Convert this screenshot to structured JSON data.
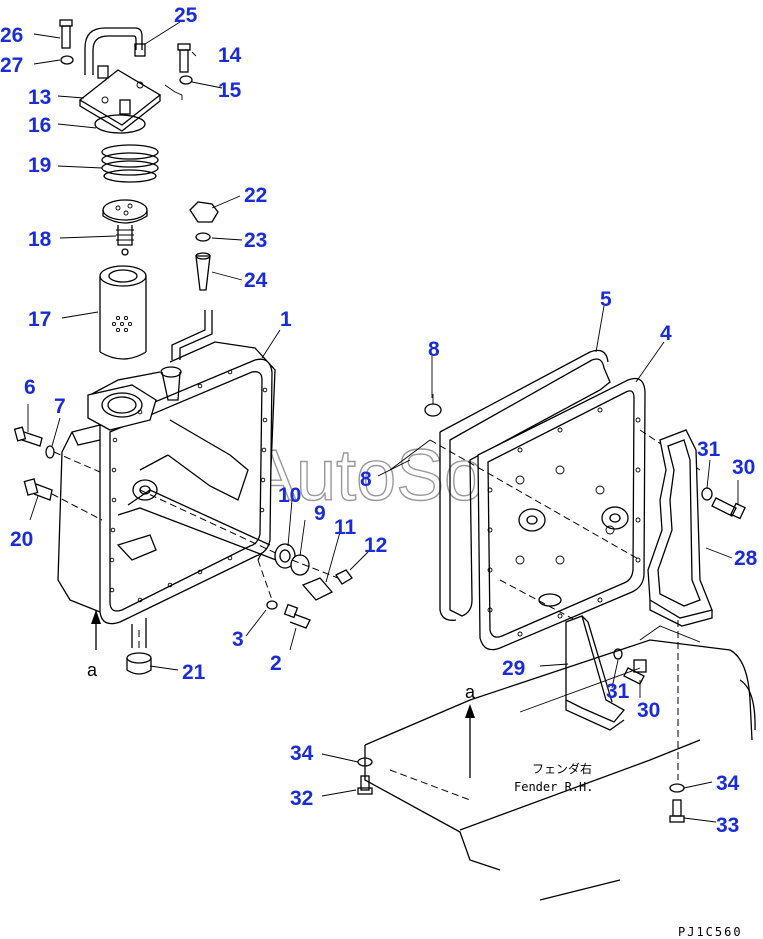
{
  "diagram": {
    "watermark": "AutoSoft",
    "drawing_code": "PJ1C560",
    "fender_label_jp": "フェンダ右",
    "fender_label_en": "Fender R.H.",
    "view_marker_left": "a",
    "view_marker_right": "a",
    "callouts": [
      "1",
      "2",
      "3",
      "4",
      "5",
      "6",
      "7",
      "8",
      "8",
      "9",
      "10",
      "11",
      "12",
      "13",
      "14",
      "15",
      "16",
      "17",
      "18",
      "19",
      "20",
      "21",
      "22",
      "23",
      "24",
      "25",
      "26",
      "27",
      "28",
      "29",
      "30",
      "30",
      "31",
      "31",
      "32",
      "33",
      "34",
      "34"
    ]
  }
}
